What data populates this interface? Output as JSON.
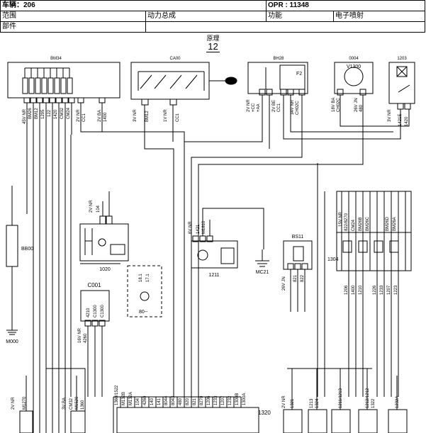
{
  "header": {
    "vehicle_label": "车辆：206",
    "opr_label": "OPR : 11348",
    "scope_label": "范围",
    "scope_value": "动力总成",
    "function_label": "功能",
    "function_value": "电子喷射",
    "part_label": "部件"
  },
  "diagram": {
    "title": "原理",
    "page": "12",
    "components": {
      "bm34": "BM34",
      "ca00": "CA00",
      "bh28": "BH28",
      "c0004": "0004",
      "c1203": "1203",
      "v1300": "V1300",
      "b800": "BB00",
      "m000": "M000",
      "c1020": "1020",
      "c001": "C001",
      "c1211": "1211",
      "mc21": "MC21",
      "bs11": "BS11",
      "c1304": "1304",
      "c1320": "1320",
      "c80": "80--",
      "f2": "F2"
    },
    "wires": {
      "bm34_a": "45V NR",
      "bm34_b": "BM26",
      "bm34_c": "BM12",
      "bm34_d": "1295",
      "bm34_e": "122",
      "bm34_f": "1420",
      "bm34_g": "CM32",
      "bm34_h": "CM24",
      "bm34_i": "2V NR",
      "bm34_j": "CC1",
      "bm34_k": "2V BA",
      "bm34_l": "1400",
      "ca00_a": "3V NR",
      "ca00_b": "BM12",
      "ca00_c": "1V NR",
      "ca00_d": "CC1",
      "bh28_a": "2V NR",
      "bh28_b": "+CC",
      "bh28_c": "+AA",
      "bh28_d": "2V BE",
      "bh28_e": "CC1",
      "bh28_f": "34V NR",
      "bh28_g": "CH02C",
      "c0004_a": "18V BA",
      "c0004_b": "CH02C",
      "c0004_c": "26V JN",
      "c0004_d": "480",
      "c1203_a": "3V NR",
      "c1203_b": "1421E",
      "c1203_c": "1420",
      "c1020_a": "2V NR",
      "c1020_b": "104",
      "c1211_a": "6V NR",
      "c1211_b": "1421",
      "c1211_c": "M1810",
      "bs11_a": "26V JN",
      "bs11_b": "821",
      "bs11_c": "822",
      "c1304_a": "15V NR",
      "c1304_b": "822/8270",
      "c1304_c": "CM24",
      "c1304_d": "BM26B",
      "c1304_e": "BM26C",
      "c1304_f": "BM26D",
      "c1304_g": "BM26A",
      "c1304_h": "1206",
      "c1304_i": "1400",
      "c1304_j": "1210",
      "c1304_k": "1226",
      "c1304_l": "1233",
      "c1304_m": "1207",
      "c1304_n": "1223",
      "c001_a": "16V NR",
      "c001_b": "4260",
      "c001_c": "4210",
      "c001_d": "C1300",
      "c001_e": "C1300",
      "left_a": "2V NR",
      "left_b": "M1270",
      "left_c": "3V BA",
      "left_d": "CM32",
      "left_e": "M1520",
      "left_f": "1360",
      "bus_a": "1360/1522",
      "bus_b": "M132B",
      "bus_c": "M132A",
      "bus_d": "104",
      "bus_e": "4260",
      "bus_f": "140",
      "bus_g": "141",
      "bus_h": "8044",
      "bus_i": "8043",
      "bus_j": "480",
      "bus_k": "820",
      "bus_l": "821",
      "bus_m": "8270",
      "bus_n": "1206",
      "bus_o": "1233",
      "bus_p": "1207",
      "bus_q": "1232",
      "bus_r": "1300B",
      "bus_s": "1300A",
      "inj_a": "2V NR",
      "inj_b": "1321",
      "inj_c": "1324",
      "inj_d": "1211/1213",
      "inj_e": "1212/1212",
      "inj_f": "1322",
      "inj_g": "1232A",
      "inj_h": "1213",
      "sensor_a": "18.1",
      "sensor_b": "17.1"
    }
  }
}
